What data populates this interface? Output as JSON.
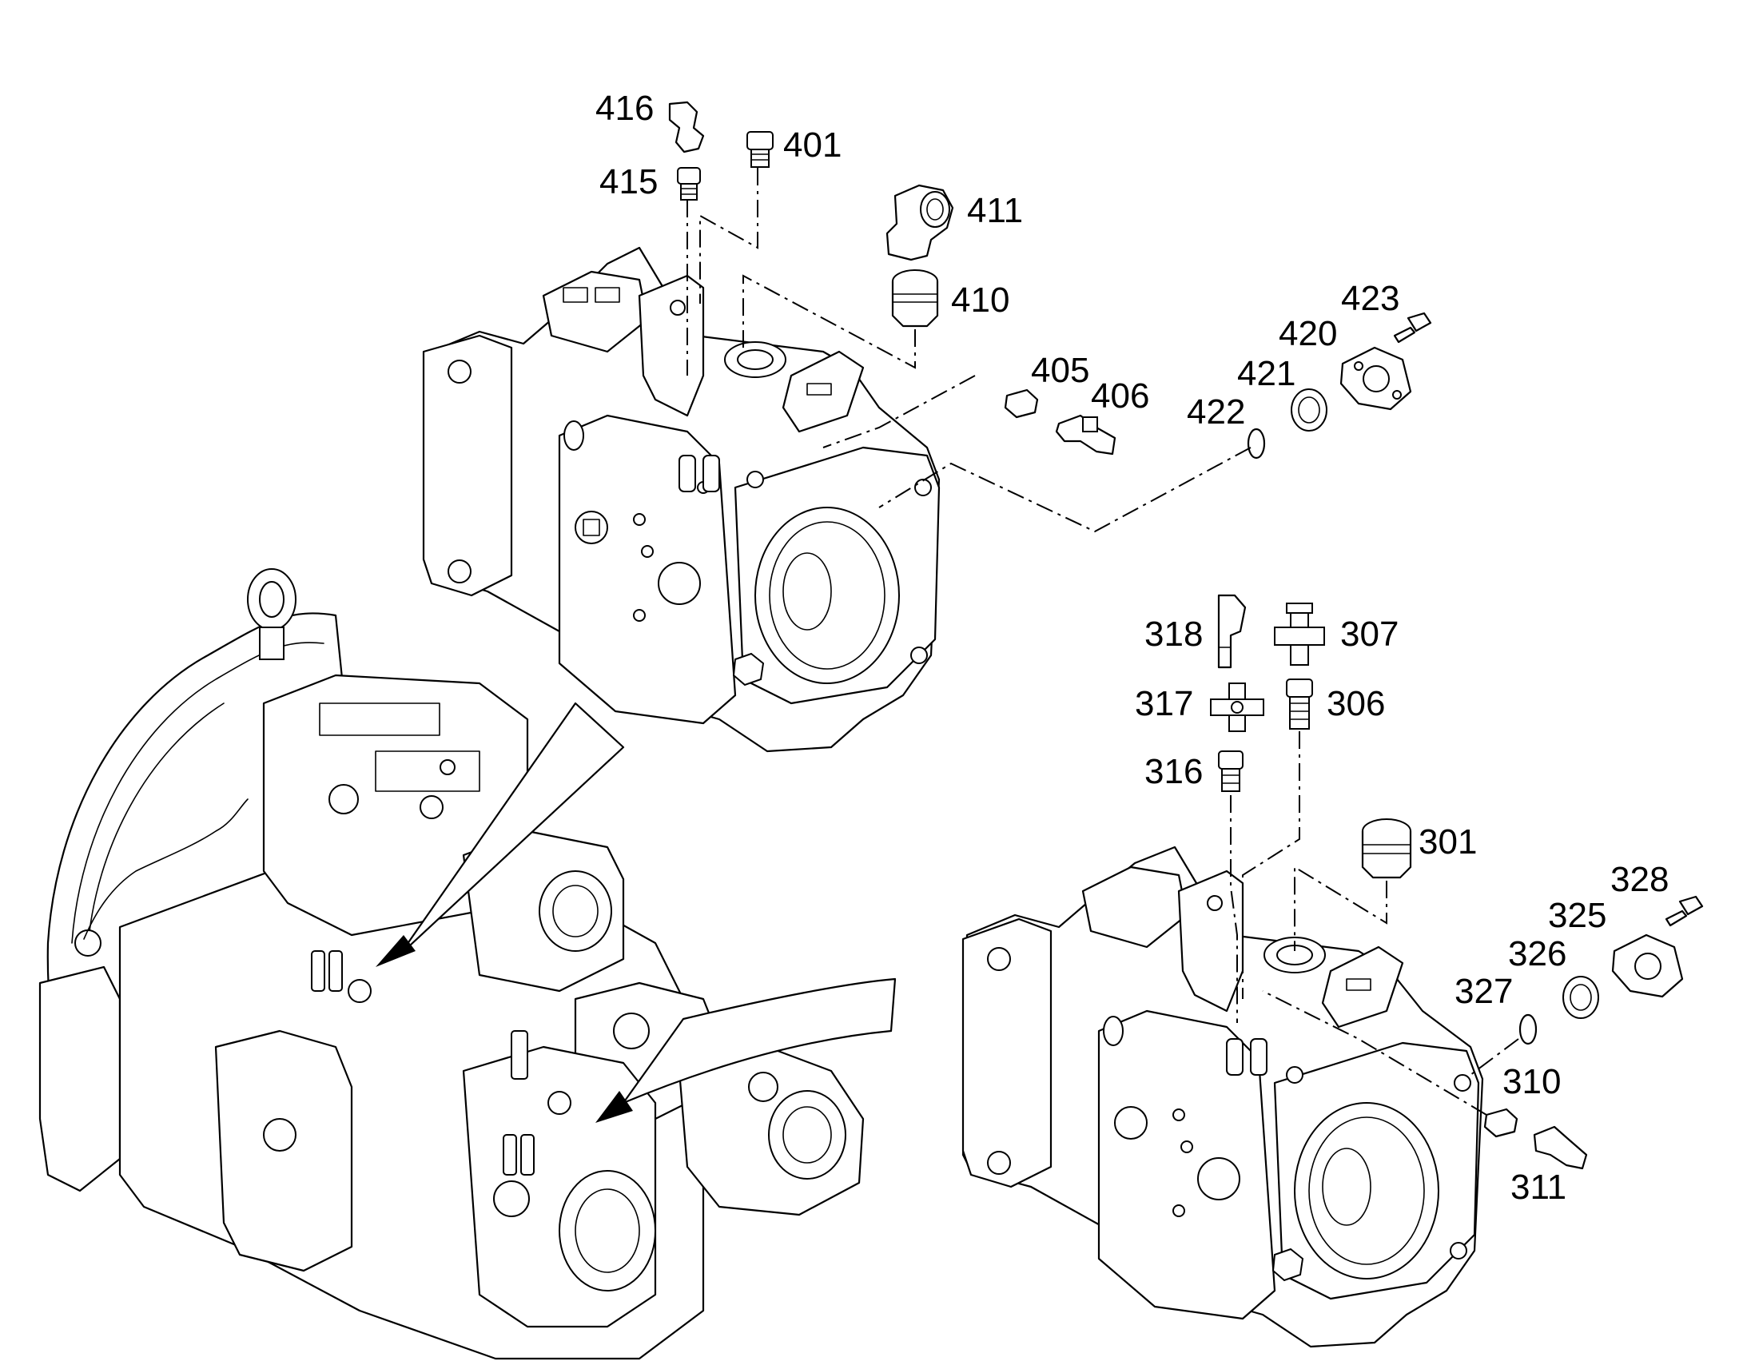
{
  "labels": {
    "p416": "416",
    "p401": "401",
    "p415": "415",
    "p411": "411",
    "p410": "410",
    "p423": "423",
    "p420": "420",
    "p421": "421",
    "p405": "405",
    "p406": "406",
    "p422": "422",
    "p318": "318",
    "p307": "307",
    "p317": "317",
    "p306": "306",
    "p316": "316",
    "p301": "301",
    "p328": "328",
    "p325": "325",
    "p326": "326",
    "p327": "327",
    "p310": "310",
    "p311": "311"
  }
}
